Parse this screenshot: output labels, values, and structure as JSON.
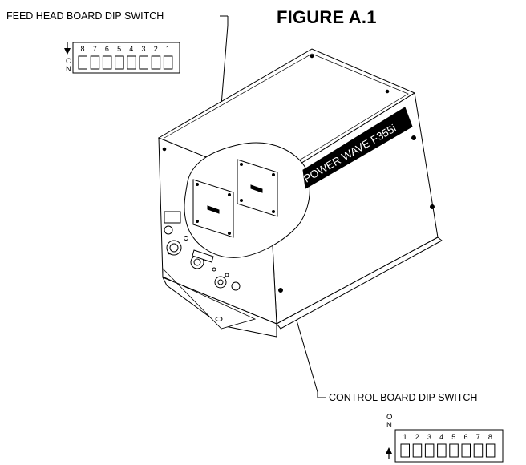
{
  "figure": {
    "title": "FIGURE A.1"
  },
  "callouts": {
    "feed_head": "FEED HEAD BOARD DIP SWITCH",
    "control": "CONTROL BOARD DIP SWITCH"
  },
  "machine": {
    "label": "POWER WAVE F355i"
  },
  "feed_switch": {
    "numbers": [
      "8",
      "7",
      "6",
      "5",
      "4",
      "3",
      "2",
      "1"
    ],
    "on_letters": [
      "O",
      "N"
    ],
    "arrow": "down"
  },
  "control_switch": {
    "numbers": [
      "1",
      "2",
      "3",
      "4",
      "5",
      "6",
      "7",
      "8"
    ],
    "on_letters": [
      "O",
      "N"
    ],
    "arrow": "up"
  }
}
